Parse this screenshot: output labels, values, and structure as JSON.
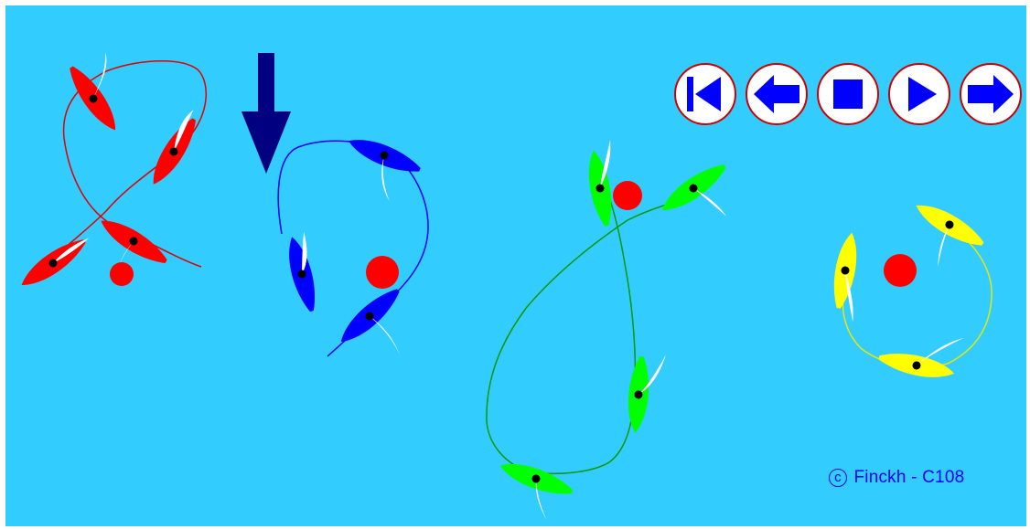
{
  "colors": {
    "water": "#33ccff",
    "red_boat": "#ff0000",
    "blue_boat": "#0000ff",
    "green_boat": "#00ff00",
    "yellow_boat": "#ffff00",
    "sail": "#ffffff",
    "mark": "#ff0000",
    "arrow": "#000080",
    "button_fill": "#ffffff",
    "button_ring": "#cc0000",
    "button_glyph": "#0000ff",
    "credit": "#0000ff"
  },
  "controls": {
    "buttons": [
      {
        "name": "rewind-button",
        "icon": "skip-to-start-icon"
      },
      {
        "name": "back-button",
        "icon": "arrow-left-icon"
      },
      {
        "name": "stop-button",
        "icon": "stop-icon"
      },
      {
        "name": "play-button",
        "icon": "play-icon"
      },
      {
        "name": "forward-button",
        "icon": "arrow-right-icon"
      }
    ]
  },
  "credit": {
    "symbol": "c",
    "text": "Finckh - C108"
  }
}
